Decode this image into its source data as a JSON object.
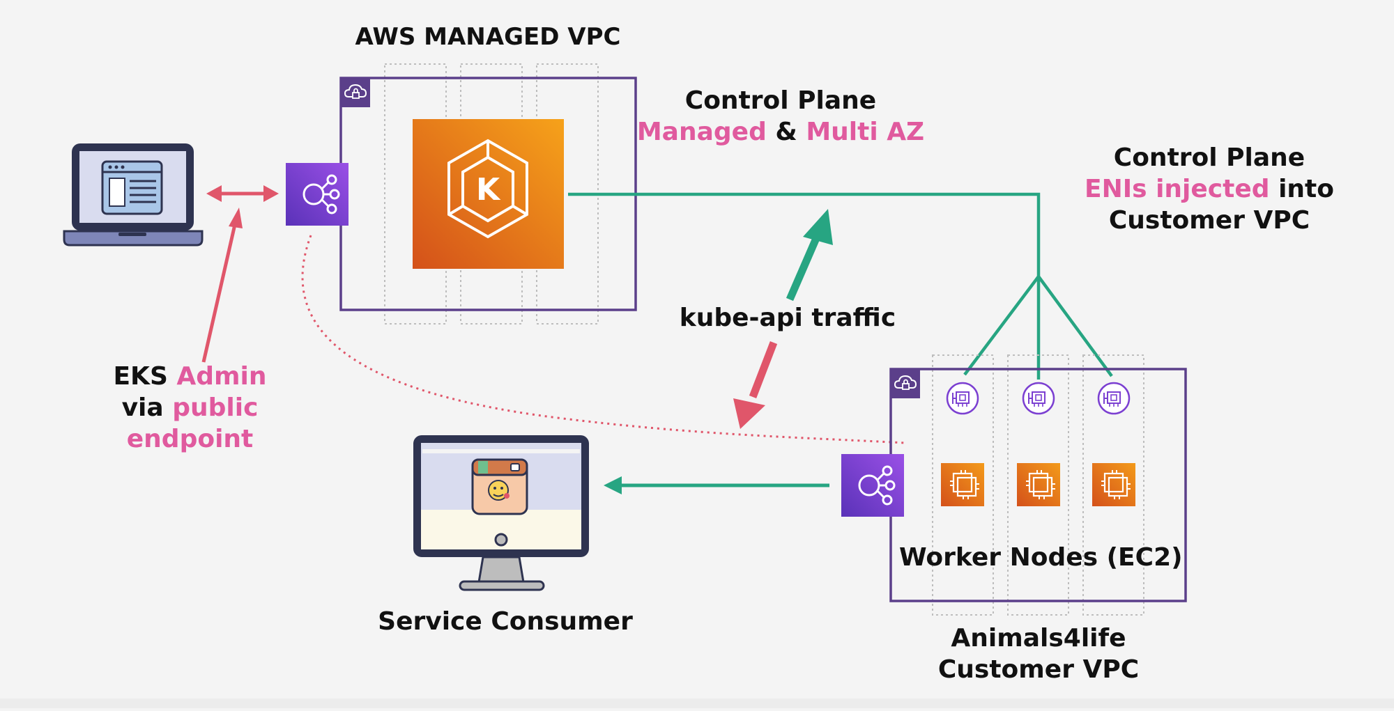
{
  "labels": {
    "aws_managed_vpc": "AWS MANAGED VPC",
    "control_plane_1": {
      "title": "Control Plane",
      "part1": "Managed",
      "amp": " & ",
      "part2": "Multi AZ"
    },
    "control_plane_2": {
      "title": "Control Plane",
      "part1": "ENIs injected",
      "part2": " into",
      "line3": "Customer VPC"
    },
    "kube_api": "kube-api traffic",
    "eks_admin": {
      "a": "EKS ",
      "b": "Admin",
      "c": "via ",
      "d": "public",
      "e": "endpoint"
    },
    "service_consumer": "Service Consumer",
    "worker_nodes": "Worker Nodes (EC2)",
    "customer_vpc": {
      "line1": "Animals4life",
      "line2": "Customer VPC"
    }
  },
  "icons": {
    "laptop": "laptop-icon",
    "desktop": "desktop-monitor-icon",
    "endpoint_top": "elastic-load-balancer-icon",
    "endpoint_bottom": "elastic-load-balancer-icon",
    "eks": "eks-kubernetes-icon",
    "vpc_badge": "vpc-cloud-lock-icon",
    "eni": "network-interface-icon",
    "ec2": "ec2-instance-icon"
  },
  "colors": {
    "pink": "#e05a9e",
    "red_arrow": "#e0566a",
    "green_line": "#27a582",
    "vpc_border": "#5b3f8a",
    "purple": "#7b3fd1",
    "orange": "#ea6f14"
  }
}
